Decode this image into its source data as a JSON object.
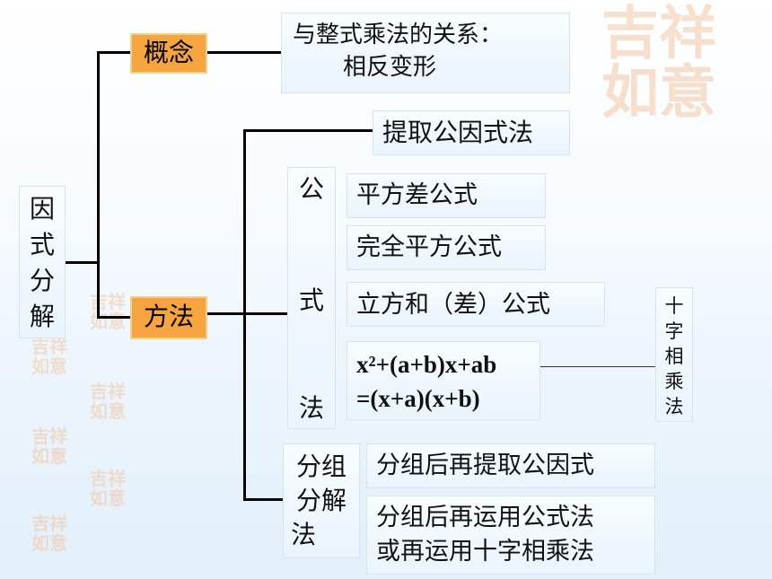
{
  "root": {
    "chars": [
      "因",
      "式",
      "分",
      "解"
    ]
  },
  "concept": {
    "label": "概念",
    "desc_line1": "与整式乘法的关系：",
    "desc_line2": "相反变形"
  },
  "method": {
    "label": "方法"
  },
  "extract": {
    "label": "提取公因式法"
  },
  "formula_method": {
    "chars": [
      "公",
      "式",
      "法"
    ]
  },
  "formulas": {
    "diff_squares": "平方差公式",
    "perfect_square": "完全平方公式",
    "cube": "立方和（差）公式",
    "quad_line1": "x²+(a+b)x+ab",
    "quad_line2": "=(x+a)(x+b)"
  },
  "cross": {
    "chars": [
      "十",
      "字",
      "相",
      "乘",
      "法"
    ]
  },
  "group_method": {
    "line1": "分组",
    "line2": "分解",
    "line3": "法"
  },
  "group_options": {
    "opt1": "分组后再提取公因式",
    "opt2_line1": "分组后再运用公式法",
    "opt2_line2": "或再运用十字相乘法"
  },
  "decor": {
    "seal_text": "吉祥如意",
    "color": "#f3c7a6"
  }
}
